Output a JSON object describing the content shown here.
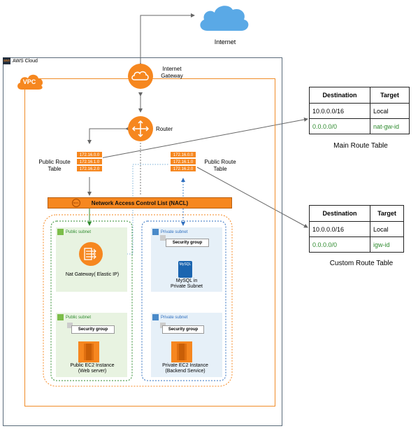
{
  "internet": {
    "label": "Internet"
  },
  "aws_cloud": {
    "label": "AWS Cloud",
    "badge": "aws"
  },
  "vpc": {
    "label": "VPC"
  },
  "igw": {
    "label": "Internet\nGateway"
  },
  "router": {
    "label": "Router"
  },
  "route_table_left": {
    "label": "Public Route\nTable",
    "rows": [
      "172.16.0.0",
      "172.16.1.0",
      "172.16.2.0"
    ]
  },
  "route_table_right": {
    "label": "Public Route\nTable",
    "rows": [
      "172.16.0.0",
      "172.16.1.0",
      "172.16.2.0"
    ]
  },
  "nacl": {
    "label": "Network Access Control List (NACL)",
    "badge": "NACL"
  },
  "subnets": {
    "pub_top": {
      "label": "Public subnet"
    },
    "priv_top": {
      "label": "Private subnet"
    },
    "pub_bottom": {
      "label": "Public subnet"
    },
    "priv_bottom": {
      "label": "Private subnet"
    }
  },
  "nat": {
    "label": "Nat Gateway( Elastic IP)"
  },
  "mysql": {
    "label": "MySQL in\nPrivate Subnet",
    "icon_text": "MySQL"
  },
  "security_groups": {
    "priv_top": "Security group",
    "pub_bottom": "Security group",
    "priv_bottom": "Security group"
  },
  "ec2_public": {
    "label": "Public EC2 Instance\n(Web server)"
  },
  "ec2_private": {
    "label": "Private EC2 Instance\n(Backend Service)"
  },
  "main_route_table": {
    "caption": "Main Route Table",
    "headers": [
      "Destination",
      "Target"
    ],
    "rows": [
      [
        "10.0.0.0/16",
        "Local"
      ],
      [
        "0.0.0.0/0",
        "nat-gw-id"
      ]
    ]
  },
  "custom_route_table": {
    "caption": "Custom Route Table",
    "headers": [
      "Destination",
      "Target"
    ],
    "rows": [
      [
        "10.0.0.0/16",
        "Local"
      ],
      [
        "0.0.0.0/0",
        "igw-id"
      ]
    ]
  },
  "colors": {
    "aws_orange": "#f6871f",
    "green": "#2d8a2d",
    "blue": "#2f6fbf",
    "cloud_blue": "#5aa9e6"
  }
}
